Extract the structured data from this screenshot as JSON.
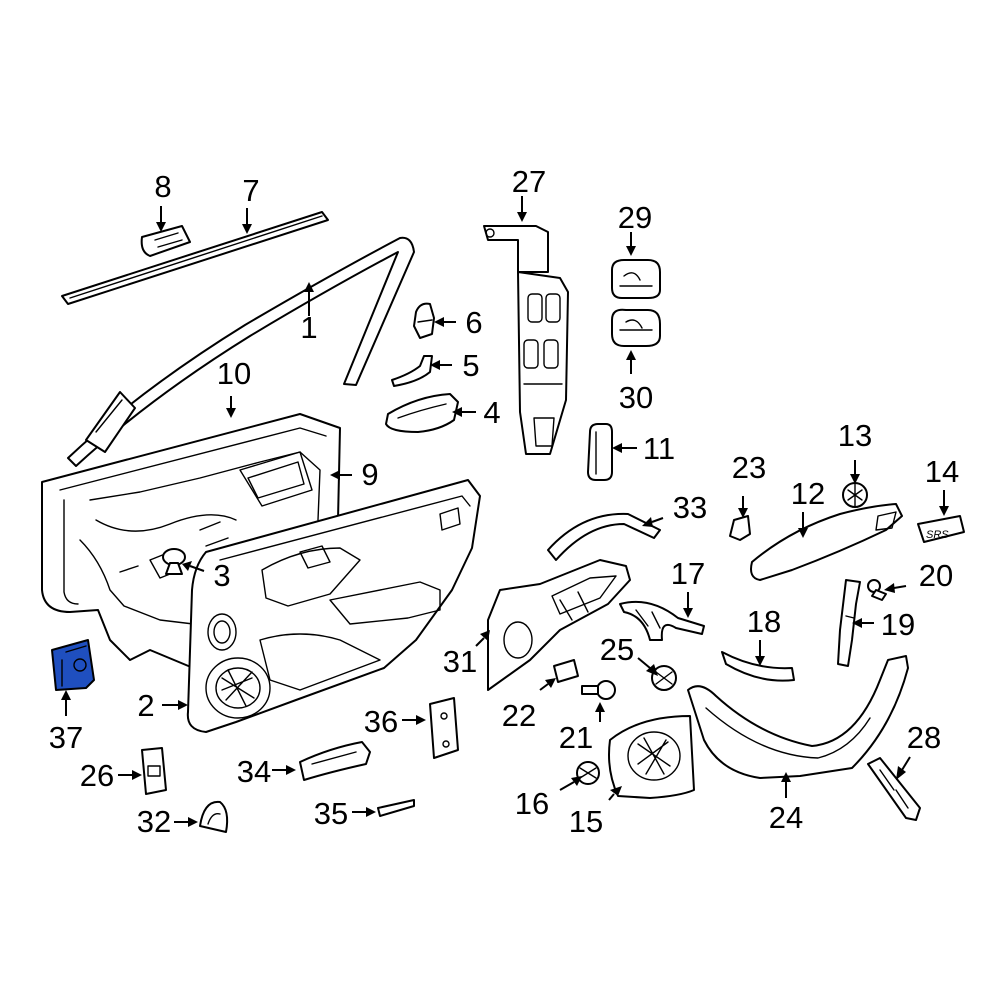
{
  "highlight_color": "#1f4fbf",
  "highlighted_part": "37",
  "callouts": {
    "c1": "1",
    "c2": "2",
    "c3": "3",
    "c4": "4",
    "c5": "5",
    "c6": "6",
    "c7": "7",
    "c8": "8",
    "c9": "9",
    "c10": "10",
    "c11": "11",
    "c12": "12",
    "c13": "13",
    "c14": "14",
    "c15": "15",
    "c16": "16",
    "c17": "17",
    "c18": "18",
    "c19": "19",
    "c20": "20",
    "c21": "21",
    "c22": "22",
    "c23": "23",
    "c24": "24",
    "c25": "25",
    "c26": "26",
    "c27": "27",
    "c28": "28",
    "c29": "29",
    "c30": "30",
    "c31": "31",
    "c32": "32",
    "c33": "33",
    "c34": "34",
    "c35": "35",
    "c36": "36",
    "c37": "37"
  },
  "embossed_text": {
    "part14": "SRS"
  }
}
